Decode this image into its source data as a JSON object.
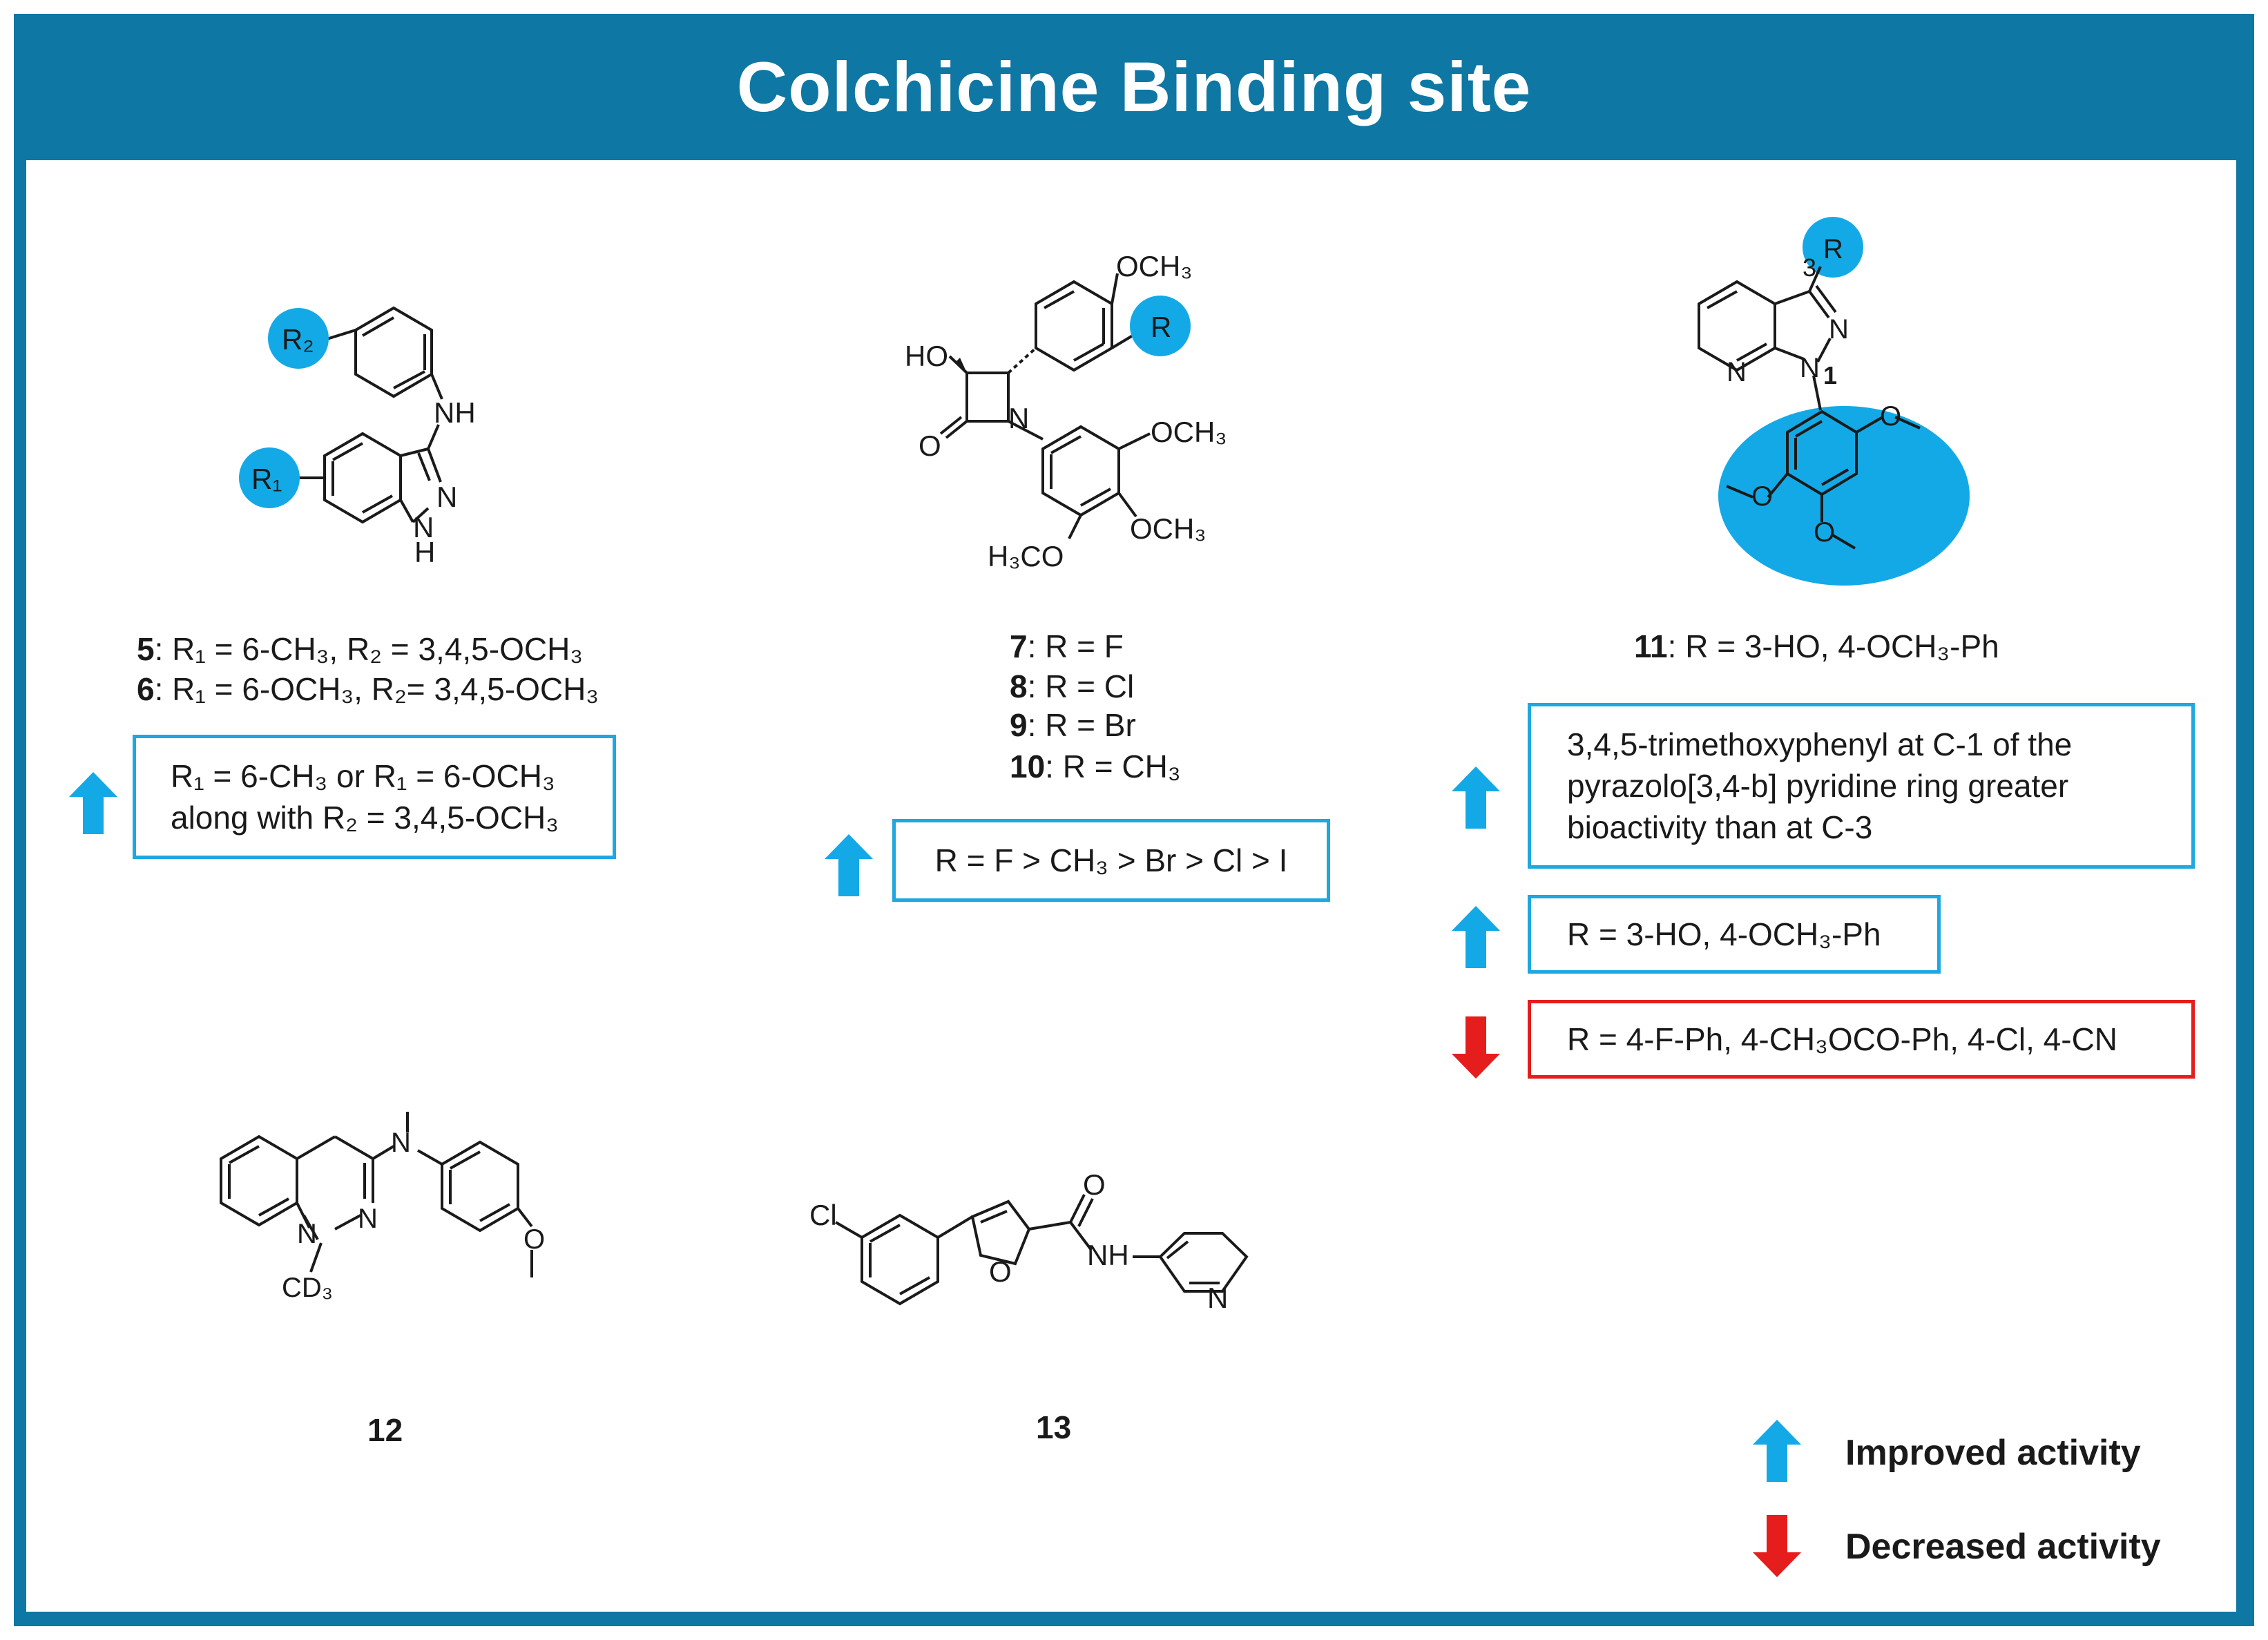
{
  "title": "Colchicine Binding site",
  "compound5": {
    "line5": {
      "num": "5",
      "text": ": R₁ = 6-CH₃, R₂ = 3,4,5-OCH₃"
    },
    "line6": {
      "num": "6",
      "text": ": R₁ = 6-OCH₃, R₂= 3,4,5-OCH₃"
    },
    "box": [
      "R₁ = 6-CH₃ or R₁ = 6-OCH₃",
      "along with R₂ = 3,4,5-OCH₃"
    ],
    "atoms": {
      "nh": "NH",
      "n": "N",
      "h_n": "N",
      "h": "H",
      "r1": "R₁",
      "r2": "R₂"
    }
  },
  "compound7": {
    "lines": [
      {
        "num": "7",
        "text": ": R = F"
      },
      {
        "num": "8",
        "text": ": R = Cl"
      },
      {
        "num": "9",
        "text": ": R = Br"
      },
      {
        "num": "10",
        "text": ": R = CH₃"
      }
    ],
    "box": "R = F > CH₃ > Br > Cl > I",
    "atoms": {
      "och3_top": "OCH₃",
      "r": "R",
      "ho": "HO",
      "o": "O",
      "n": "N",
      "och3_right": "OCH₃",
      "och3_mid": "OCH₃",
      "h3co": "H₃CO"
    }
  },
  "compound11": {
    "label": {
      "num": "11",
      "text": ": R = 3-HO, 4-OCH₃-Ph"
    },
    "box1": [
      "3,4,5-trimethoxyphenyl at C-1 of the",
      "pyrazolo[3,4-b] pyridine ring greater",
      "bioactivity than at C-3"
    ],
    "box2": "R = 3-HO, 4-OCH₃-Ph",
    "box3": "R = 4-F-Ph, 4-CH₃OCO-Ph, 4-Cl, 4-CN",
    "atoms": {
      "r": "R",
      "three": "3",
      "n_top": "N",
      "n_one": "N",
      "one": "1",
      "n_py": "N",
      "o1": "O",
      "o2": "O",
      "o3": "O"
    }
  },
  "compound12": {
    "num": "12",
    "atoms": {
      "n_top": "N",
      "n1": "N",
      "n2": "N",
      "cd3": "CD₃",
      "o": "O"
    }
  },
  "compound13": {
    "num": "13",
    "atoms": {
      "cl": "Cl",
      "o_ring": "O",
      "o_carb": "O",
      "nh": "NH",
      "n_py": "N"
    }
  },
  "legend": {
    "improved": "Improved activity",
    "decreased": "Decreased activity"
  },
  "colors": {
    "frame": "#0e77a3",
    "highlight": "#13a9e6",
    "up_arrow": "#13a9e6",
    "down_arrow": "#e51d1d",
    "box_blue": "#1ea7e0",
    "box_red": "#e51d1d"
  }
}
